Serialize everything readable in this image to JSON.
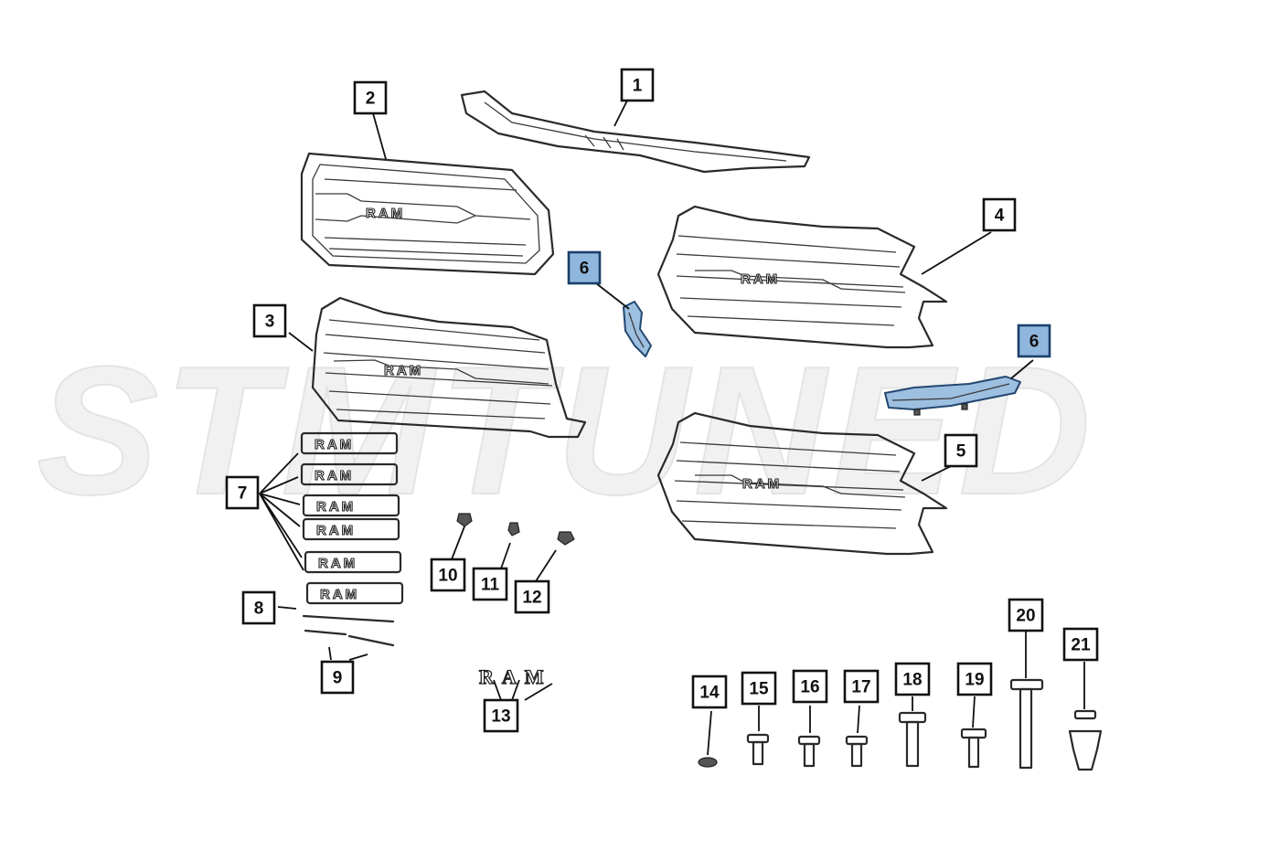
{
  "watermark": {
    "text": "STMTUNED"
  },
  "emblem_text": "RAM",
  "callouts": [
    {
      "id": "c1",
      "label": "1",
      "highlighted": false
    },
    {
      "id": "c2",
      "label": "2",
      "highlighted": false
    },
    {
      "id": "c3",
      "label": "3",
      "highlighted": false
    },
    {
      "id": "c4",
      "label": "4",
      "highlighted": false
    },
    {
      "id": "c5",
      "label": "5",
      "highlighted": false
    },
    {
      "id": "c6a",
      "label": "6",
      "highlighted": true
    },
    {
      "id": "c6b",
      "label": "6",
      "highlighted": true
    },
    {
      "id": "c7",
      "label": "7",
      "highlighted": false
    },
    {
      "id": "c8",
      "label": "8",
      "highlighted": false
    },
    {
      "id": "c9",
      "label": "9",
      "highlighted": false
    },
    {
      "id": "c10",
      "label": "10",
      "highlighted": false
    },
    {
      "id": "c11",
      "label": "11",
      "highlighted": false
    },
    {
      "id": "c12",
      "label": "12",
      "highlighted": false
    },
    {
      "id": "c13",
      "label": "13",
      "highlighted": false
    },
    {
      "id": "c14",
      "label": "14",
      "highlighted": false
    },
    {
      "id": "c15",
      "label": "15",
      "highlighted": false
    },
    {
      "id": "c16",
      "label": "16",
      "highlighted": false
    },
    {
      "id": "c17",
      "label": "17",
      "highlighted": false
    },
    {
      "id": "c18",
      "label": "18",
      "highlighted": false
    },
    {
      "id": "c19",
      "label": "19",
      "highlighted": false
    },
    {
      "id": "c20",
      "label": "20",
      "highlighted": false
    },
    {
      "id": "c21",
      "label": "21",
      "highlighted": false
    }
  ],
  "colors": {
    "highlight": "#8fb7de",
    "line": "#111111",
    "watermark": "#f1f1f1"
  }
}
